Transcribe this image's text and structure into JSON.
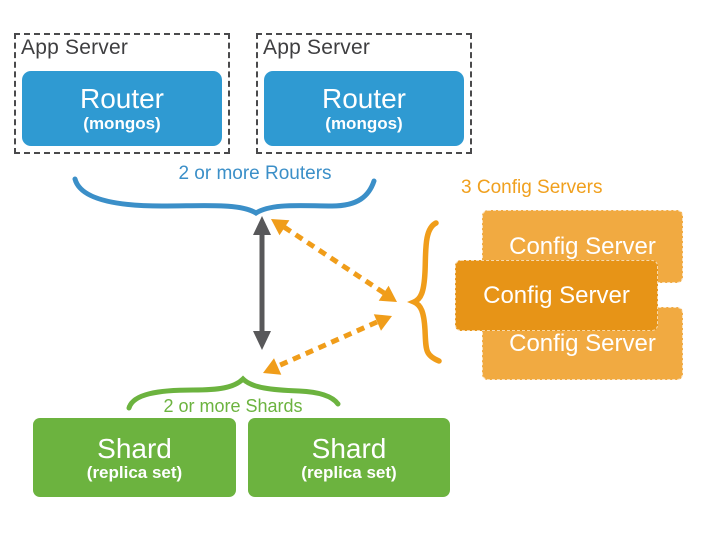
{
  "palette": {
    "router_blue": "#2f9ad2",
    "blue_accent": "#3b8fc8",
    "config_orange_front": "#e79417",
    "config_orange_back": "#f1aa41",
    "orange_accent": "#f09d1a",
    "shard_green": "#6cb33f",
    "arrow_gray": "#58585a",
    "dashed_border": "#4a4a4c",
    "label_dark": "#3e3e40",
    "box_text": "#ffffff"
  },
  "app_servers": [
    {
      "label": "App Server",
      "router_title": "Router",
      "router_sub": "(mongos)"
    },
    {
      "label": "App Server",
      "router_title": "Router",
      "router_sub": "(mongos)"
    }
  ],
  "braces": {
    "routers_label": "2 or more Routers",
    "config_label": "3 Config Servers",
    "shards_label": "2 or more Shards"
  },
  "config_servers": [
    {
      "title": "Config Server",
      "position": "back-top"
    },
    {
      "title": "Config Server",
      "position": "front-middle"
    },
    {
      "title": "Config Server",
      "position": "back-bottom"
    }
  ],
  "shards": [
    {
      "title": "Shard",
      "sub": "(replica set)"
    },
    {
      "title": "Shard",
      "sub": "(replica set)"
    }
  ]
}
